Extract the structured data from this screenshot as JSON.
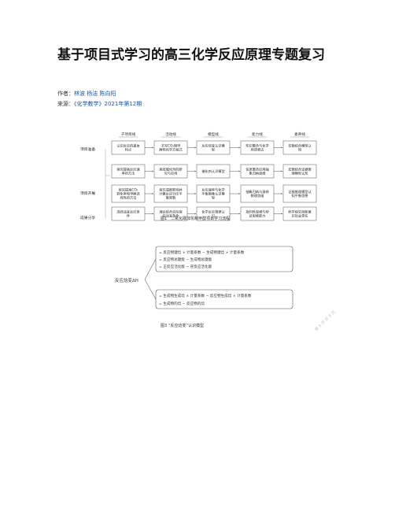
{
  "title": "基于项目式学习的高三化学反应原理专题复习",
  "authors_label": "作者：",
  "authors": "林波 杨洁 陈向阳",
  "source_label": "来源：",
  "source": "《化学教学》2021年第12期",
  "figure1": {
    "caption": "图1　二氧化碳加氢制甲醇项目学习流程",
    "columns": [
      "子项目线",
      "活动线",
      "模型线",
      "能力线",
      "素养线"
    ],
    "stages": [
      "项目准备",
      "项目开展",
      "成果分享"
    ],
    "rows": [
      [
        "认识反应的基本特点",
        "书写CO₂制甲醇热化学方程式",
        "反应焓变认识模型",
        "知识整合与化学用语表达",
        "宏微结合模型认知"
      ],
      [
        "探究提高反应速率的方法",
        "高效催化剂的研究与应用",
        "催化剂认识模型",
        "信息整合应用抽象归纳思维",
        "宏微结合证据推理模型认知"
      ],
      [
        "探究提高CO₂转化率和甲醇选择性的方法",
        "探究温度影响并计算反应分压平衡常数",
        "反应速率与化学平衡图像认识模型",
        "抽象归纳与演绎数理思维",
        "证据推理模型认知平衡思想"
      ],
      [
        "选择适宜反应条件",
        "理论结合实际探究适宜条件",
        "化学反应规律认识",
        "批判性思维与辩证思维能力",
        "科学探究创新意识社会责任"
      ]
    ]
  },
  "figure2": {
    "caption": "图3 “反应焓变”认识模型",
    "root": "反应焓变ΔH",
    "group1": [
      "= 反应物键焓 × 计量系数 − 生成物键焓 × 计量系数",
      "= 反应物总键能 − 生成物总键能",
      "= 正反应活化能 − 逆反应活化能"
    ],
    "group2": [
      "= 生成物生成焓 × 计量系数 − 反应物生成焓 × 计量系数",
      "= 生成物的焓 − 反应物的焓"
    ]
  },
  "watermark": "第 8 页 共 8 页"
}
